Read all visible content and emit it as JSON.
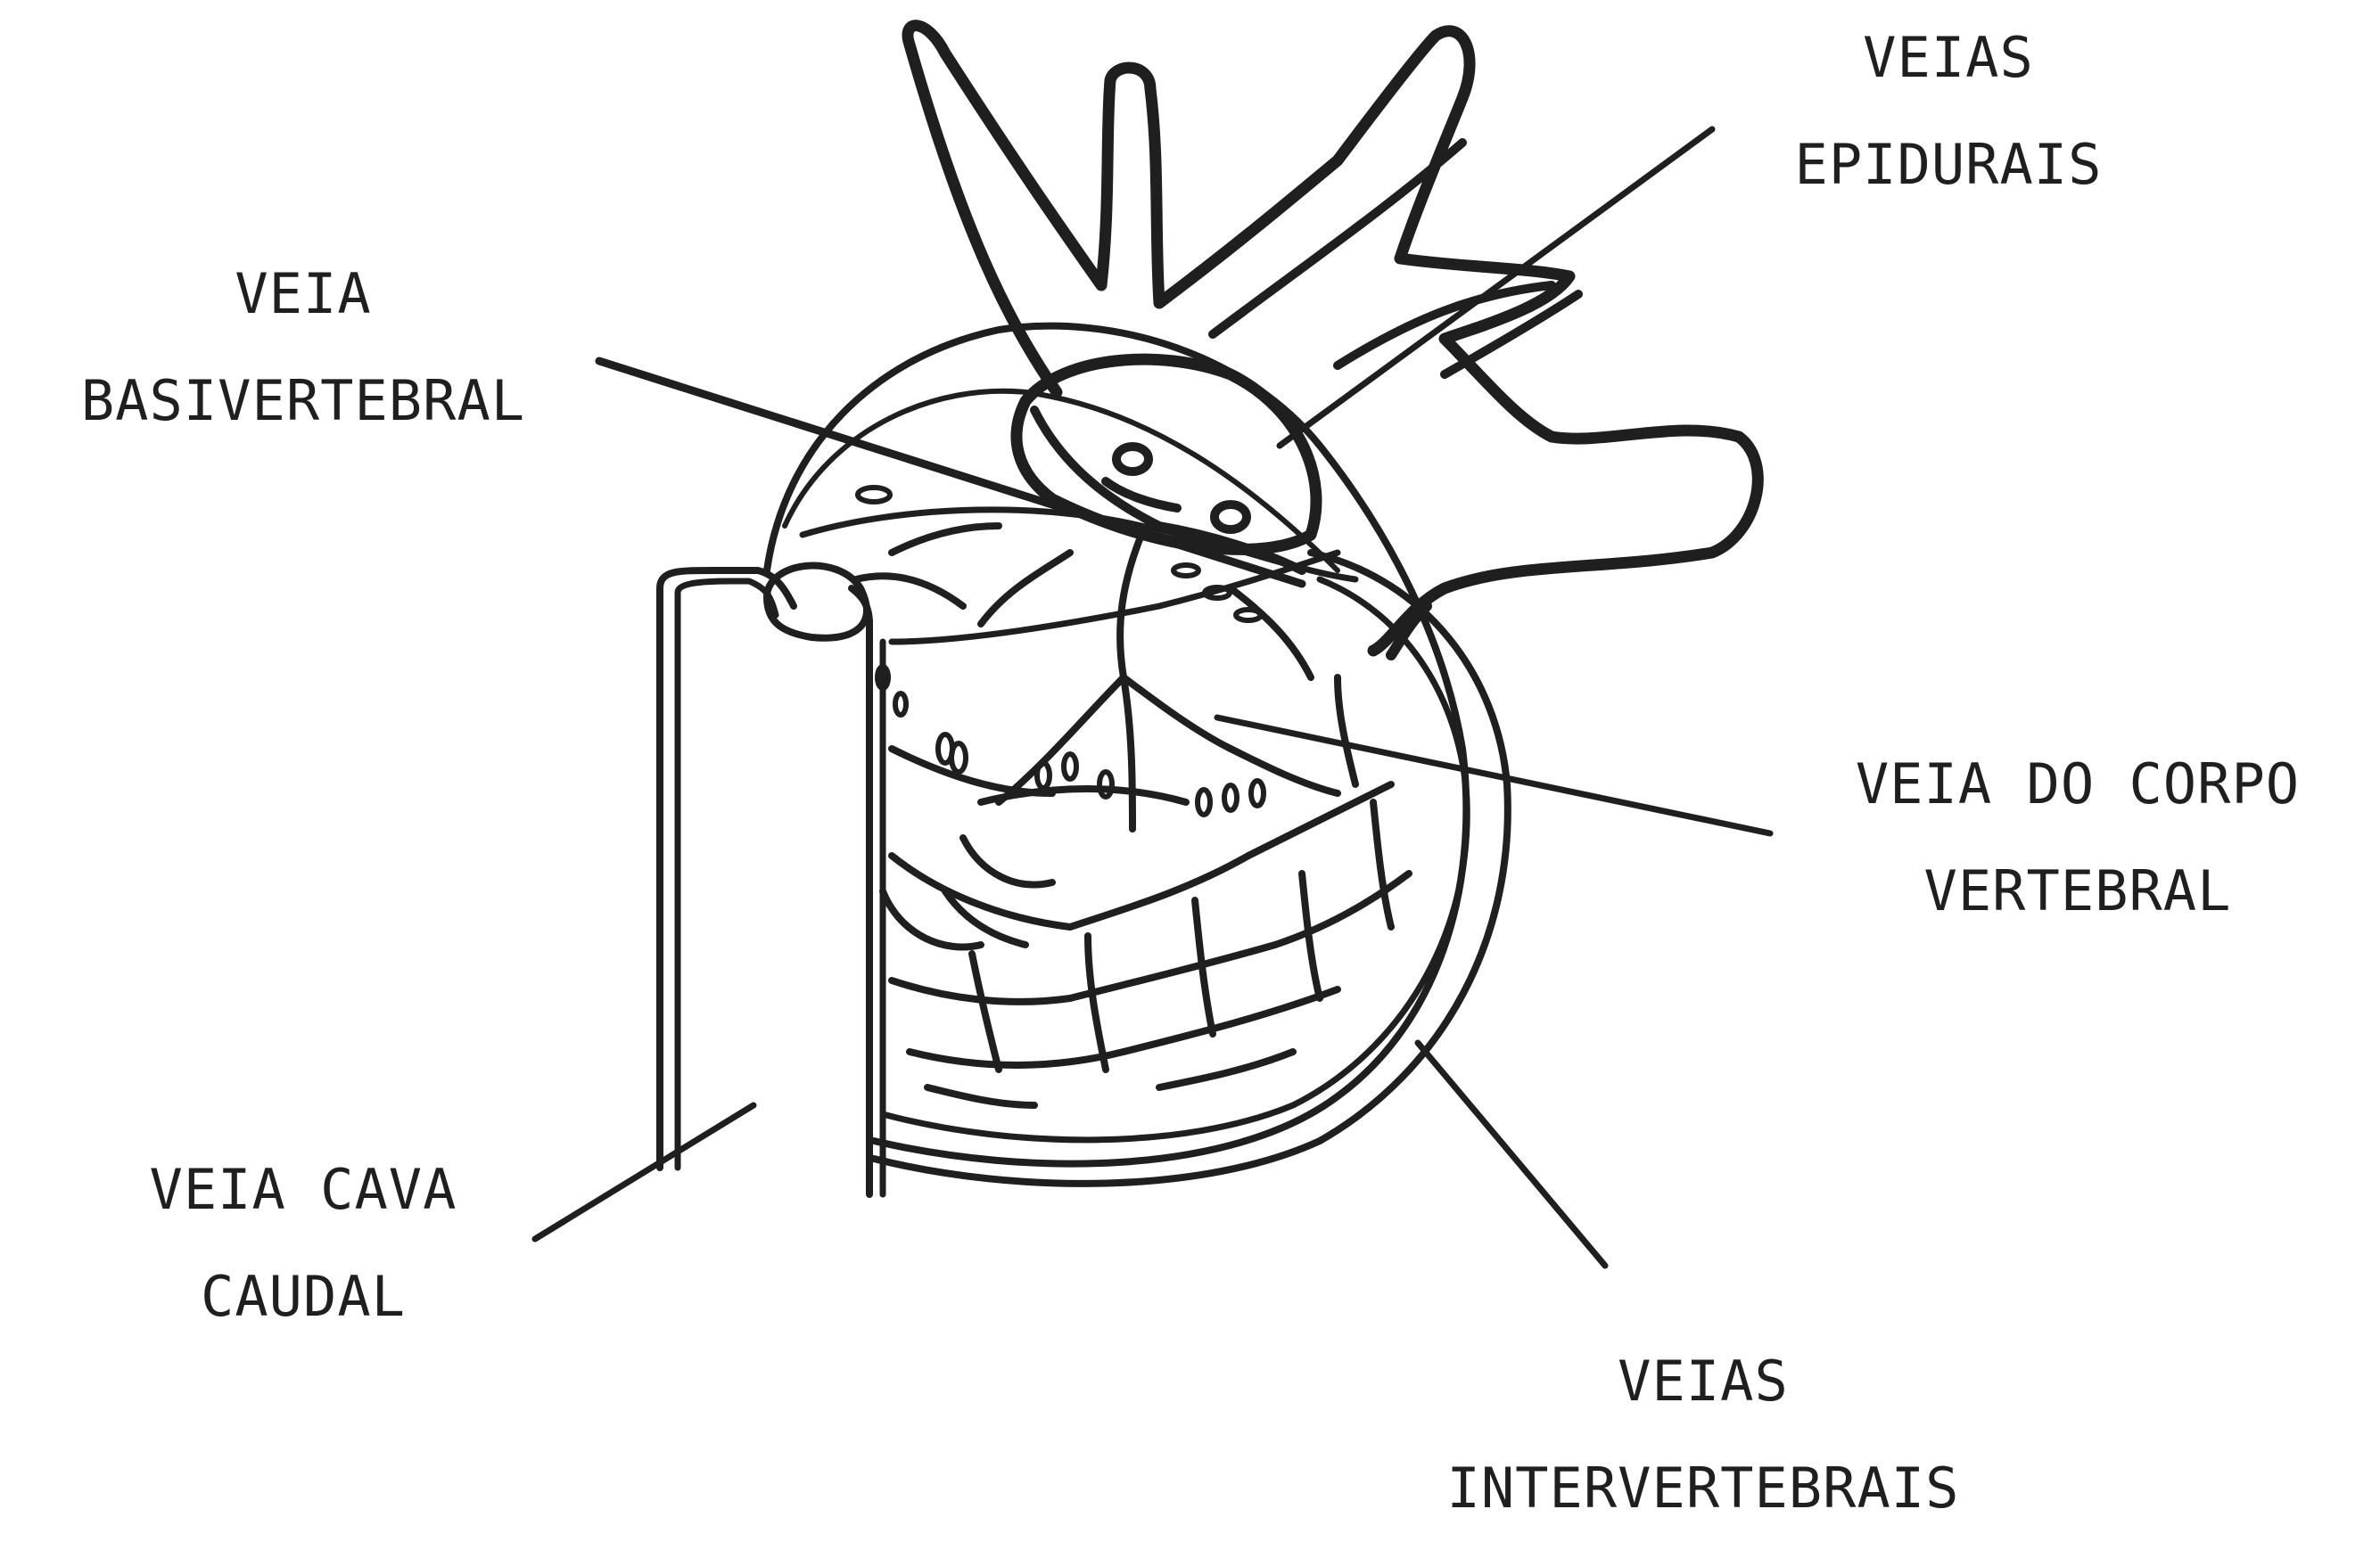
{
  "labels": {
    "veias_epidurais": {
      "line1": "VEIAS",
      "line2": "EPIDURAIS"
    },
    "veia_basivertebral": {
      "line1": "VEIA",
      "line2": "BASIVERTEBRAL"
    },
    "veia_corpo_vertebral": {
      "line1": "VEIA DO CORPO",
      "line2": "VERTEBRAL"
    },
    "veia_cava_caudal": {
      "line1": "VEIA CAVA",
      "line2": "CAUDAL"
    },
    "veias_intervertebrais": {
      "line1": "VEIAS",
      "line2": "INTERVERTEBRAIS"
    }
  },
  "colors": {
    "ink": "#1f1f1f",
    "background": "#ffffff"
  }
}
